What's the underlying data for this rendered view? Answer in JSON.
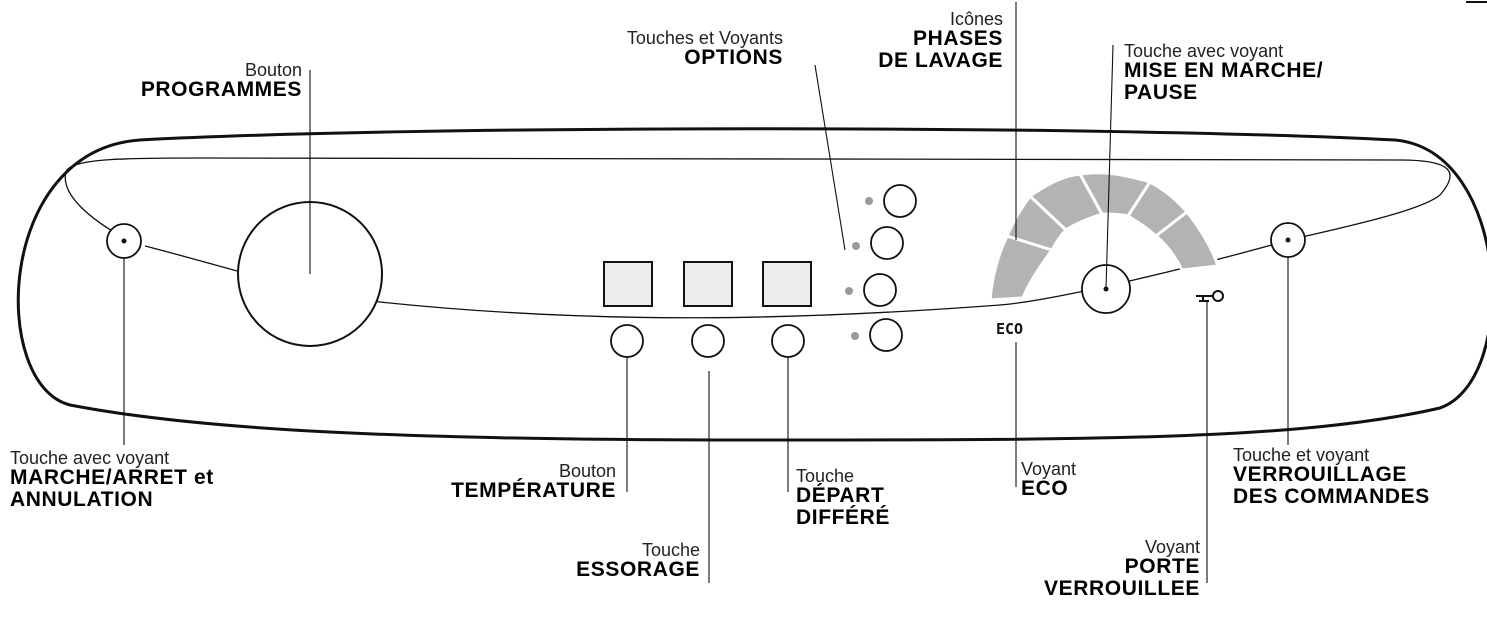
{
  "labels": {
    "programmes": {
      "small": "Bouton",
      "bold": [
        "PROGRAMMES"
      ]
    },
    "options": {
      "small": "Touches et Voyants",
      "bold": [
        "OPTIONS"
      ]
    },
    "phases": {
      "small": "Icônes",
      "bold": [
        "PHASES",
        "DE LAVAGE"
      ]
    },
    "mise_en_marche": {
      "small": "Touche avec voyant",
      "bold": [
        "MISE EN MARCHE/",
        "PAUSE"
      ]
    },
    "marche_arret": {
      "small": "Touche avec voyant",
      "bold": [
        "MARCHE/ARRET et",
        "ANNULATION"
      ]
    },
    "temperature": {
      "small": "Bouton",
      "bold": [
        "TEMPÉRATURE"
      ]
    },
    "essorage": {
      "small": "Touche",
      "bold": [
        "ESSORAGE"
      ]
    },
    "depart_differe": {
      "small": "Touche",
      "bold": [
        "DÉPART",
        "DIFFÉRÉ"
      ]
    },
    "eco": {
      "small": "Voyant",
      "bold": [
        "ECO"
      ]
    },
    "porte": {
      "small": "Voyant",
      "bold": [
        "PORTE",
        "VERROUILLEE"
      ]
    },
    "verrouillage": {
      "small": "Touche et voyant",
      "bold": [
        "VERROUILLAGE",
        "DES COMMANDES"
      ]
    }
  },
  "panel": {
    "eco_indicator": "ECO"
  },
  "colors": {
    "arc": "#b3b3b3",
    "display": "#ededed",
    "led": "#9a9a9a"
  },
  "icons": {
    "door_lock": "key-icon"
  }
}
